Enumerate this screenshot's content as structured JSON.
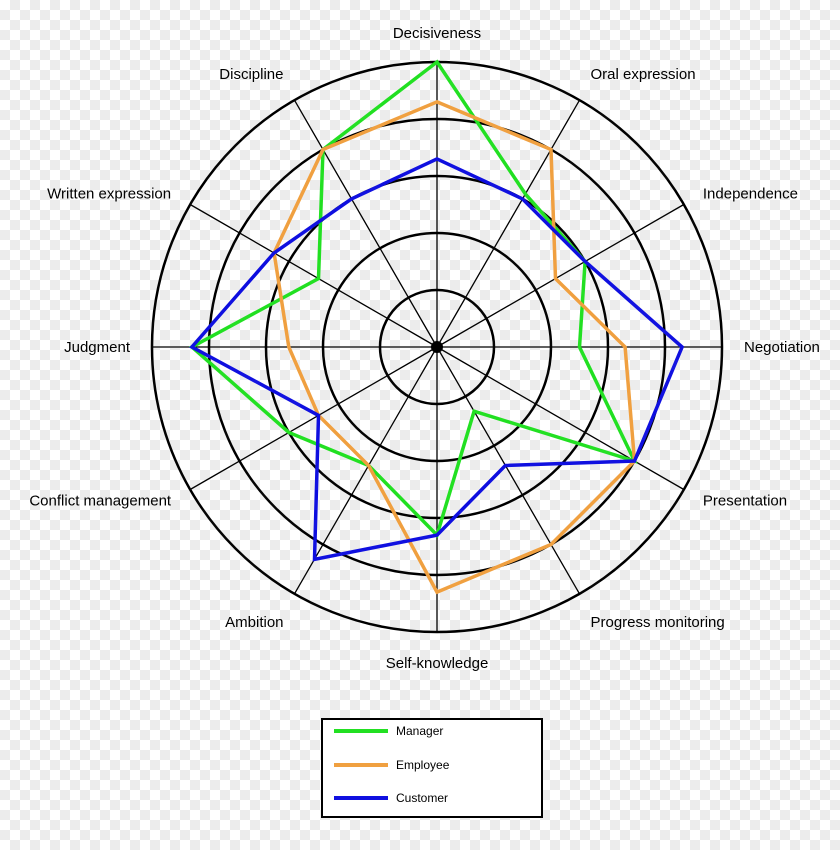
{
  "chart_data": {
    "type": "radar",
    "categories": [
      "Decisiveness",
      "Oral expression",
      "Independence",
      "Negotiation",
      "Presentation",
      "Progress monitoring",
      "Self-knowledge",
      "Ambition",
      "Conflict management",
      "Judgment",
      "Written expression",
      "Discipline"
    ],
    "rlim": [
      0,
      5
    ],
    "ring_count": 5,
    "series": [
      {
        "name": "Manager",
        "color": "#22e022",
        "values": [
          5.0,
          3.1,
          3.0,
          2.5,
          4.0,
          1.3,
          3.3,
          2.4,
          3.0,
          4.3,
          2.4,
          4.0
        ]
      },
      {
        "name": "Employee",
        "color": "#f0a040",
        "values": [
          4.3,
          4.0,
          2.4,
          3.3,
          4.0,
          4.0,
          4.3,
          2.4,
          2.4,
          2.6,
          3.3,
          4.0
        ]
      },
      {
        "name": "Customer",
        "color": "#1010e0",
        "values": [
          3.3,
          3.0,
          3.0,
          4.3,
          4.0,
          2.4,
          3.3,
          4.3,
          2.4,
          4.3,
          3.3,
          3.0
        ]
      }
    ],
    "legend_position": "bottom"
  }
}
